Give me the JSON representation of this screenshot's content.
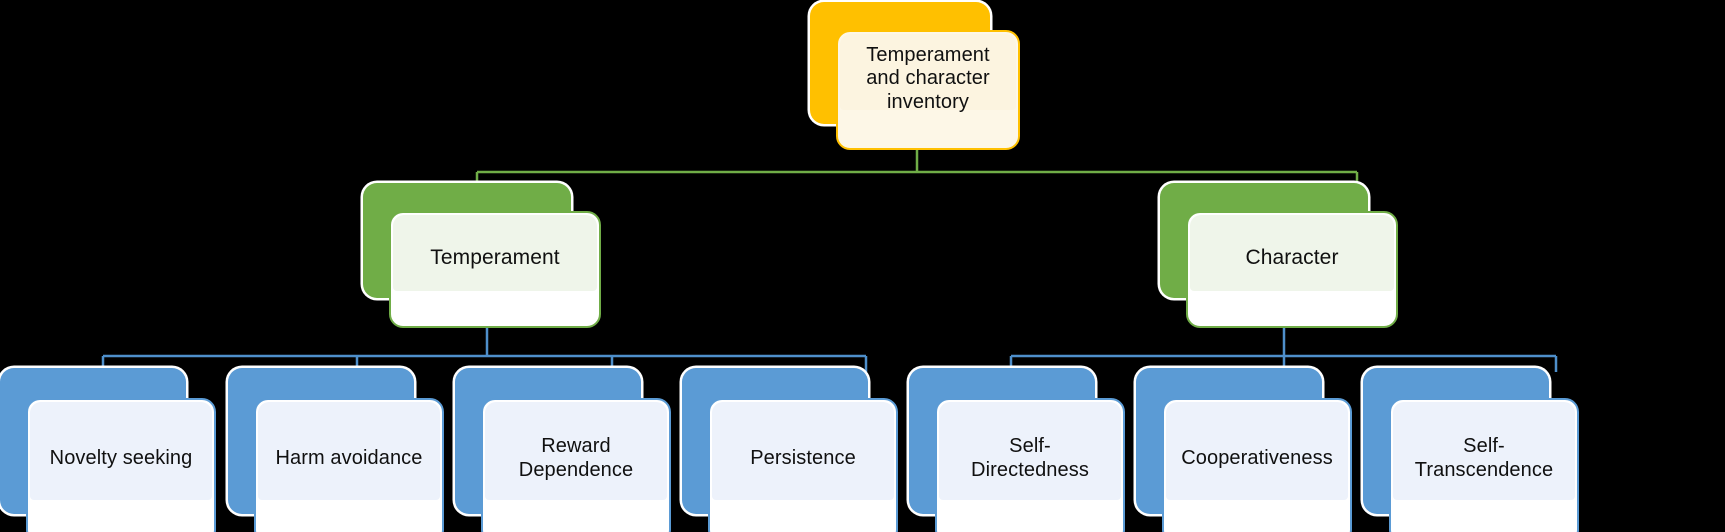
{
  "diagram": {
    "type": "hierarchy",
    "title": "Temperament and character inventory",
    "background_color": "#000000",
    "colors": {
      "root_accent": "#FFC000",
      "root_fill": "#FDF7E7",
      "level2_accent": "#70AD47",
      "level2_fill": "#EFF5EA",
      "level3_accent": "#5B9BD5",
      "level3_fill": "#EDF2FB",
      "text": "#101010",
      "connector_level1": "#70AD47",
      "connector_level2": "#5B9BD5"
    },
    "root": {
      "label": "Temperament\nand character\ninventory"
    },
    "level2": [
      {
        "label": "Temperament"
      },
      {
        "label": "Character"
      }
    ],
    "level3": [
      {
        "label": "Novelty seeking",
        "parent": "Temperament"
      },
      {
        "label": "Harm avoidance",
        "parent": "Temperament"
      },
      {
        "label": "Reward\nDependence",
        "parent": "Temperament"
      },
      {
        "label": "Persistence",
        "parent": "Temperament"
      },
      {
        "label": "Self-\nDirectedness",
        "parent": "Character"
      },
      {
        "label": "Cooperativeness",
        "parent": "Character"
      },
      {
        "label": "Self-\nTranscendence",
        "parent": "Character"
      }
    ]
  }
}
